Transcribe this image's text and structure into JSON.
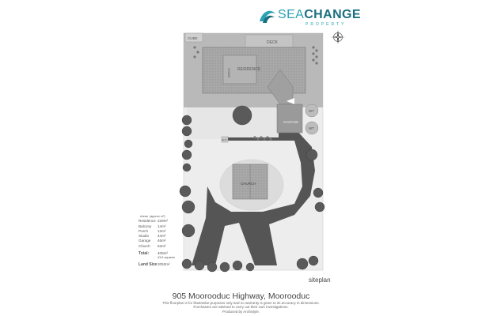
{
  "logo": {
    "brand_light": "SEA",
    "brand_bold": "CHANGE",
    "tagline": "PROPERTY",
    "colors": {
      "teal": "#2aa3b3",
      "dark_teal": "#1b6f80"
    }
  },
  "plan_labels": {
    "shed": "CUBE",
    "deck": "DECK",
    "residence": "RESIDENCE",
    "studio": "STUDIO",
    "garage": "GARAGE",
    "church": "CHURCH",
    "wt1": "WT",
    "wt2": "WT",
    "ent": "ENT"
  },
  "north_icon": "compass-rose-icon",
  "areas": {
    "title": "Areas",
    "title_unit": "(approx m²)",
    "rows": [
      {
        "name": "Residence",
        "value": "229m²"
      },
      {
        "name": "Balcony",
        "value": "14m²"
      },
      {
        "name": "Porch",
        "value": "12m²"
      },
      {
        "name": "Studio",
        "value": "44m²"
      },
      {
        "name": "Garage",
        "value": "46m²"
      },
      {
        "name": "Church",
        "value": "52m²"
      }
    ],
    "total_label": "Total:",
    "total_value": "405m²",
    "total_note": "43.6 squares",
    "land_label": "Land Size",
    "land_value": "2053m²"
  },
  "siteplan_label": "siteplan",
  "address": "905 Moorooduc Highway, Moorooduc",
  "disclaimer": [
    "This floorplan is for illustrative purposes only and no warranty is given to its accuracy in dimensions.",
    "Purchasers are advised to carry out their own investigations.",
    "Produced by Archistyle."
  ]
}
